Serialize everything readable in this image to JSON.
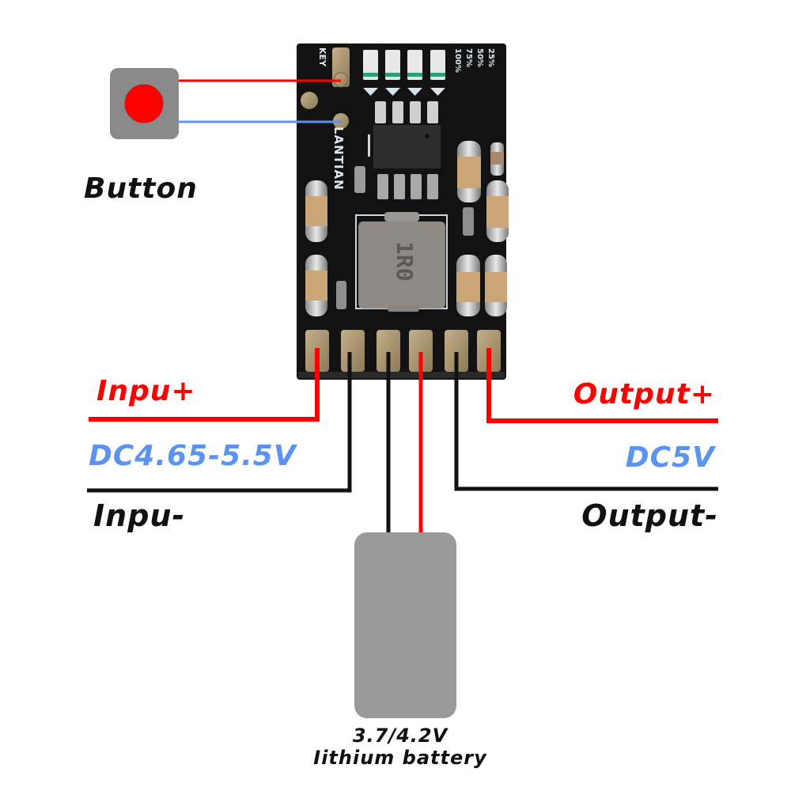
{
  "colors": {
    "red_wire": "#ff0000",
    "blue_wire": "#5b94f0",
    "black_wire": "#111111",
    "voltage_text": "#5b94f0",
    "red_text": "#ff0000",
    "gray_part": "#9a9a9a",
    "pcb": "#121212",
    "pad_gold": "#a8987a"
  },
  "button": {
    "label": "Button",
    "icon": "push-button-icon"
  },
  "pcb": {
    "brand": "LANTIAN",
    "key_label": "KEY",
    "led_labels": [
      "100%",
      "75%",
      "50%",
      "25%"
    ],
    "inductor_marking": "1R0"
  },
  "input": {
    "plus_label": "Inpu+",
    "voltage": "DC4.65-5.5V",
    "minus_label": "Inpu-"
  },
  "output": {
    "plus_label": "Output+",
    "voltage": "DC5V",
    "minus_label": "Output-"
  },
  "battery": {
    "voltage": "3.7/4.2V",
    "label": "Iithium battery"
  },
  "pins": [
    {
      "name": "input-plus",
      "wire": "red"
    },
    {
      "name": "input-minus",
      "wire": "black"
    },
    {
      "name": "battery-minus",
      "wire": "black"
    },
    {
      "name": "battery-plus",
      "wire": "red"
    },
    {
      "name": "output-minus",
      "wire": "black"
    },
    {
      "name": "output-plus",
      "wire": "red"
    }
  ]
}
